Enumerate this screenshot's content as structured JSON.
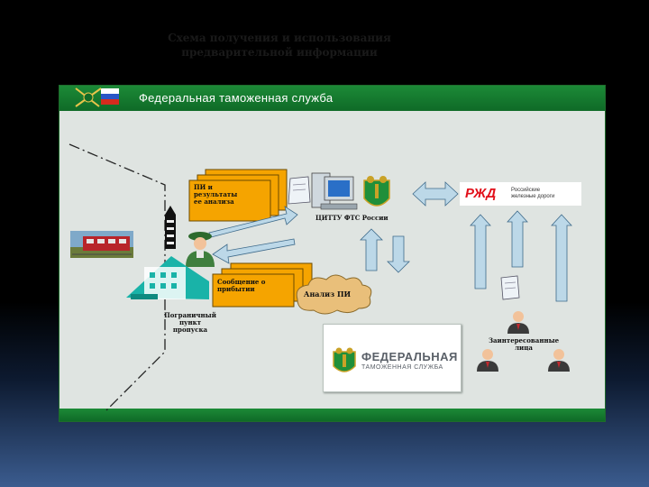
{
  "header": {
    "title": "Федеральная таможенная служба"
  },
  "diagram": {
    "title_line1": "Схема получения и использования",
    "title_line2": "предварительной информации",
    "node_pi": [
      "ПИ и",
      "результаты",
      "ее анализа"
    ],
    "node_message": [
      "Сообщение о",
      "прибытии"
    ],
    "node_center": "ЦИТТУ ФТС России",
    "node_analysis": "Анализ ПИ",
    "node_checkpoint": [
      "Пограничный",
      "пункт",
      "пропуска"
    ],
    "node_persons": [
      "Заинтересованные",
      "лица"
    ]
  },
  "logos": {
    "rzd_mark": "РЖД",
    "rzd_name": [
      "Российские",
      "железные дороги"
    ],
    "fts_line1": "ФЕДЕРАЛЬНАЯ",
    "fts_line2": "ТАМОЖЕННАЯ СЛУЖБА"
  },
  "colors": {
    "bar_green": "#1c8a37",
    "doc_orange": "#f5a400",
    "arrow_blue": "#bcd8e8",
    "cloud_tan": "#e9bf7a",
    "building_teal": "#19b3a8"
  },
  "icons": [
    "flag-emblem-icon",
    "computer-icon",
    "customs-emblem-icon",
    "train-photo-icon",
    "officer-icon",
    "building-icon",
    "barrier-icon",
    "document-icon",
    "person-icon"
  ]
}
